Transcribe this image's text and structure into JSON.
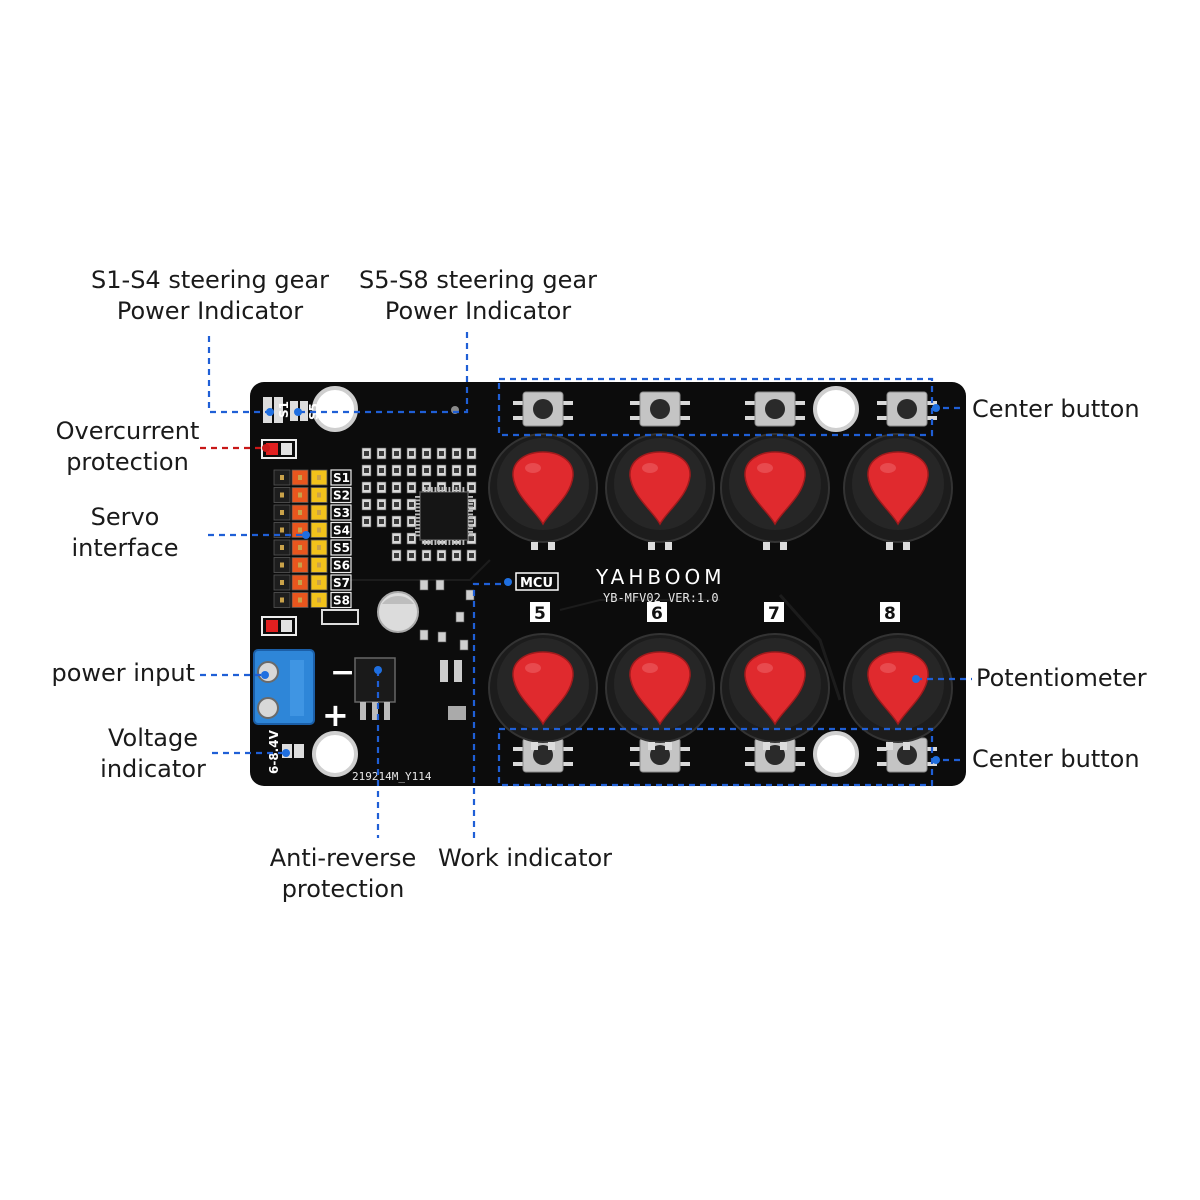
{
  "labels": {
    "s1s4": [
      "S1-S4 steering gear",
      "Power Indicator"
    ],
    "s5s8": [
      "S5-S8 steering gear",
      "Power Indicator"
    ],
    "overcurrent": [
      "Overcurrent",
      "protection"
    ],
    "servo": [
      "Servo",
      "interface"
    ],
    "power_input": "power input",
    "voltage": [
      "Voltage",
      "indicator"
    ],
    "anti_reverse": [
      "Anti-reverse",
      "protection"
    ],
    "work": "Work indicator",
    "center_top": "Center button",
    "potentiometer": "Potentiometer",
    "center_bottom": "Center button"
  },
  "board": {
    "brand": "YAHBOOM",
    "model": "YB-MFV02  VER:1.0",
    "mcu": "MCU",
    "serial": "219214M_Y114",
    "servo_ports": [
      "S1",
      "S2",
      "S3",
      "S4",
      "S5",
      "S6",
      "S7",
      "S8"
    ],
    "knob_numbers": [
      "5",
      "6",
      "7",
      "8"
    ],
    "minus": "−",
    "plus": "+",
    "voltage_mark": "6-8.4V",
    "led_marks": [
      "S1",
      "S5"
    ]
  },
  "colors": {
    "pcb": "#0c0c0c",
    "knob": "#e02a2e",
    "lead": "#1f5fd6",
    "lead_red": "#c81818",
    "terminal": "#2e86d8"
  }
}
